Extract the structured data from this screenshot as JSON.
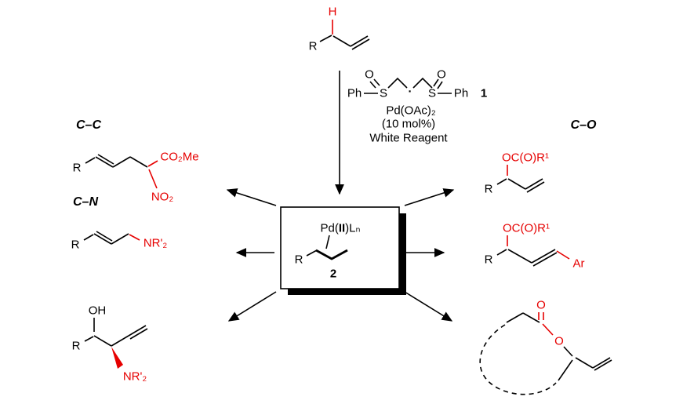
{
  "colors": {
    "accent_red": "#e60000",
    "ink": "#000000"
  },
  "substrate": {
    "h_label": "H",
    "r_label": "R"
  },
  "reagent": {
    "o_left": "O",
    "o_right": "O",
    "ph_left": "Ph",
    "s_left": "S",
    "dot": "·",
    "s_right": "S",
    "ph_right": "Ph",
    "compound_number": "1",
    "catalyst": "Pd(OAc)₂",
    "loading": "(10 mol%)",
    "name": "White Reagent"
  },
  "intermediate": {
    "pd_prefix": "Pd(",
    "pd_roman": "II",
    "pd_suffix": ")Lₙ",
    "r_label": "R",
    "compound_number": "2"
  },
  "bond_type_labels": {
    "cc": "C–C",
    "cn": "C–N",
    "co": "C–O"
  },
  "products": {
    "cc_nitroester": {
      "r_label": "R",
      "ester_group": "CO₂Me",
      "nitro_group": "NO₂"
    },
    "cn_allylic_amine": {
      "r_label": "R",
      "amine_group": "NR'₂"
    },
    "amino_alcohol": {
      "hydroxyl_group": "OH",
      "r_label": "R",
      "amine_group": "NR'₂"
    },
    "branched_allylic_ester": {
      "ester_group": "OC(O)R¹",
      "r_label": "R"
    },
    "linear_allylic_ester": {
      "ester_group": "OC(O)R¹",
      "r_label": "R",
      "aryl_group": "Ar"
    },
    "macrolactone": {
      "carbonyl_o": "O",
      "ester_o": "O"
    }
  }
}
